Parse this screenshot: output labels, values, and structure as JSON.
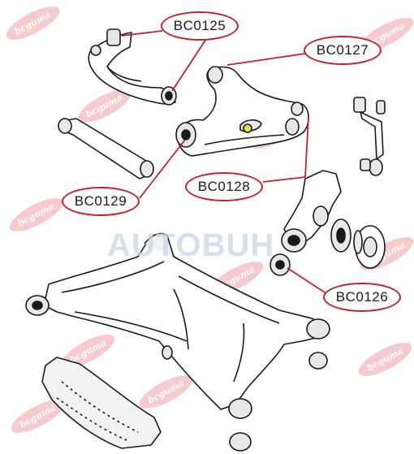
{
  "labels": {
    "bc0125": "BC0125",
    "bc0127": "BC0127",
    "bc0128": "BC0128",
    "bc0129": "BC0129",
    "bc0126": "BC0126"
  },
  "watermark": {
    "brand": "bcguma",
    "site": "AUTOBUH"
  },
  "colors": {
    "label_border": "#c8202a",
    "leader_line": "#c8202a",
    "watermark_pink": "#f4c6c6"
  }
}
